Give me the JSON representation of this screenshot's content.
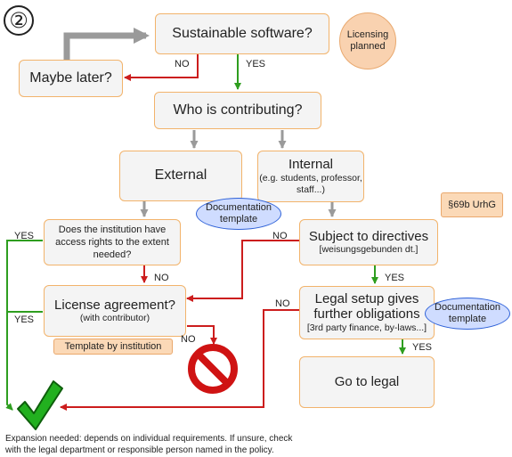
{
  "step_number": "②",
  "nodes": {
    "sustainable": "Sustainable software?",
    "maybe_later": "Maybe later?",
    "who_contributing": "Who is contributing?",
    "external": "External",
    "internal_title": "Internal",
    "internal_sub": "(e.g. students, professor, staff...)",
    "access_rights": "Does the institution have access rights to the extent needed?",
    "license_title": "License agreement?",
    "license_sub": "(with contributor)",
    "directives_title": "Subject to directives",
    "directives_sub": "[weisungsgebunden dt.]",
    "legal_setup_title": "Legal setup gives further obligations",
    "legal_setup_sub": "[3rd party finance, by-laws...]",
    "go_to_legal": "Go to legal"
  },
  "badges": {
    "licensing_line1": "Licensing",
    "licensing_line2": "planned",
    "doc_template_line1": "Documentation",
    "doc_template_line2": "template",
    "template_by_institution": "Template by institution",
    "urhg": "§69b UrhG"
  },
  "edge_labels": {
    "yes": "YES",
    "no": "NO"
  },
  "footnote_line1": "Expansion needed: depends on individual requirements. If unsure, check",
  "footnote_line2": "with the legal department or responsible person named in the policy.",
  "icons": [
    "check-mark-icon",
    "prohibited-icon"
  ],
  "colors": {
    "box_border": "#f2b36b",
    "box_fill": "#f4f4f4",
    "yes_arrow": "#2e9e1f",
    "no_arrow": "#cc1d1d",
    "neutral_arrow": "#9a9a9a",
    "doc_oval_fill": "#cfdcff",
    "doc_oval_border": "#2f62d8"
  }
}
